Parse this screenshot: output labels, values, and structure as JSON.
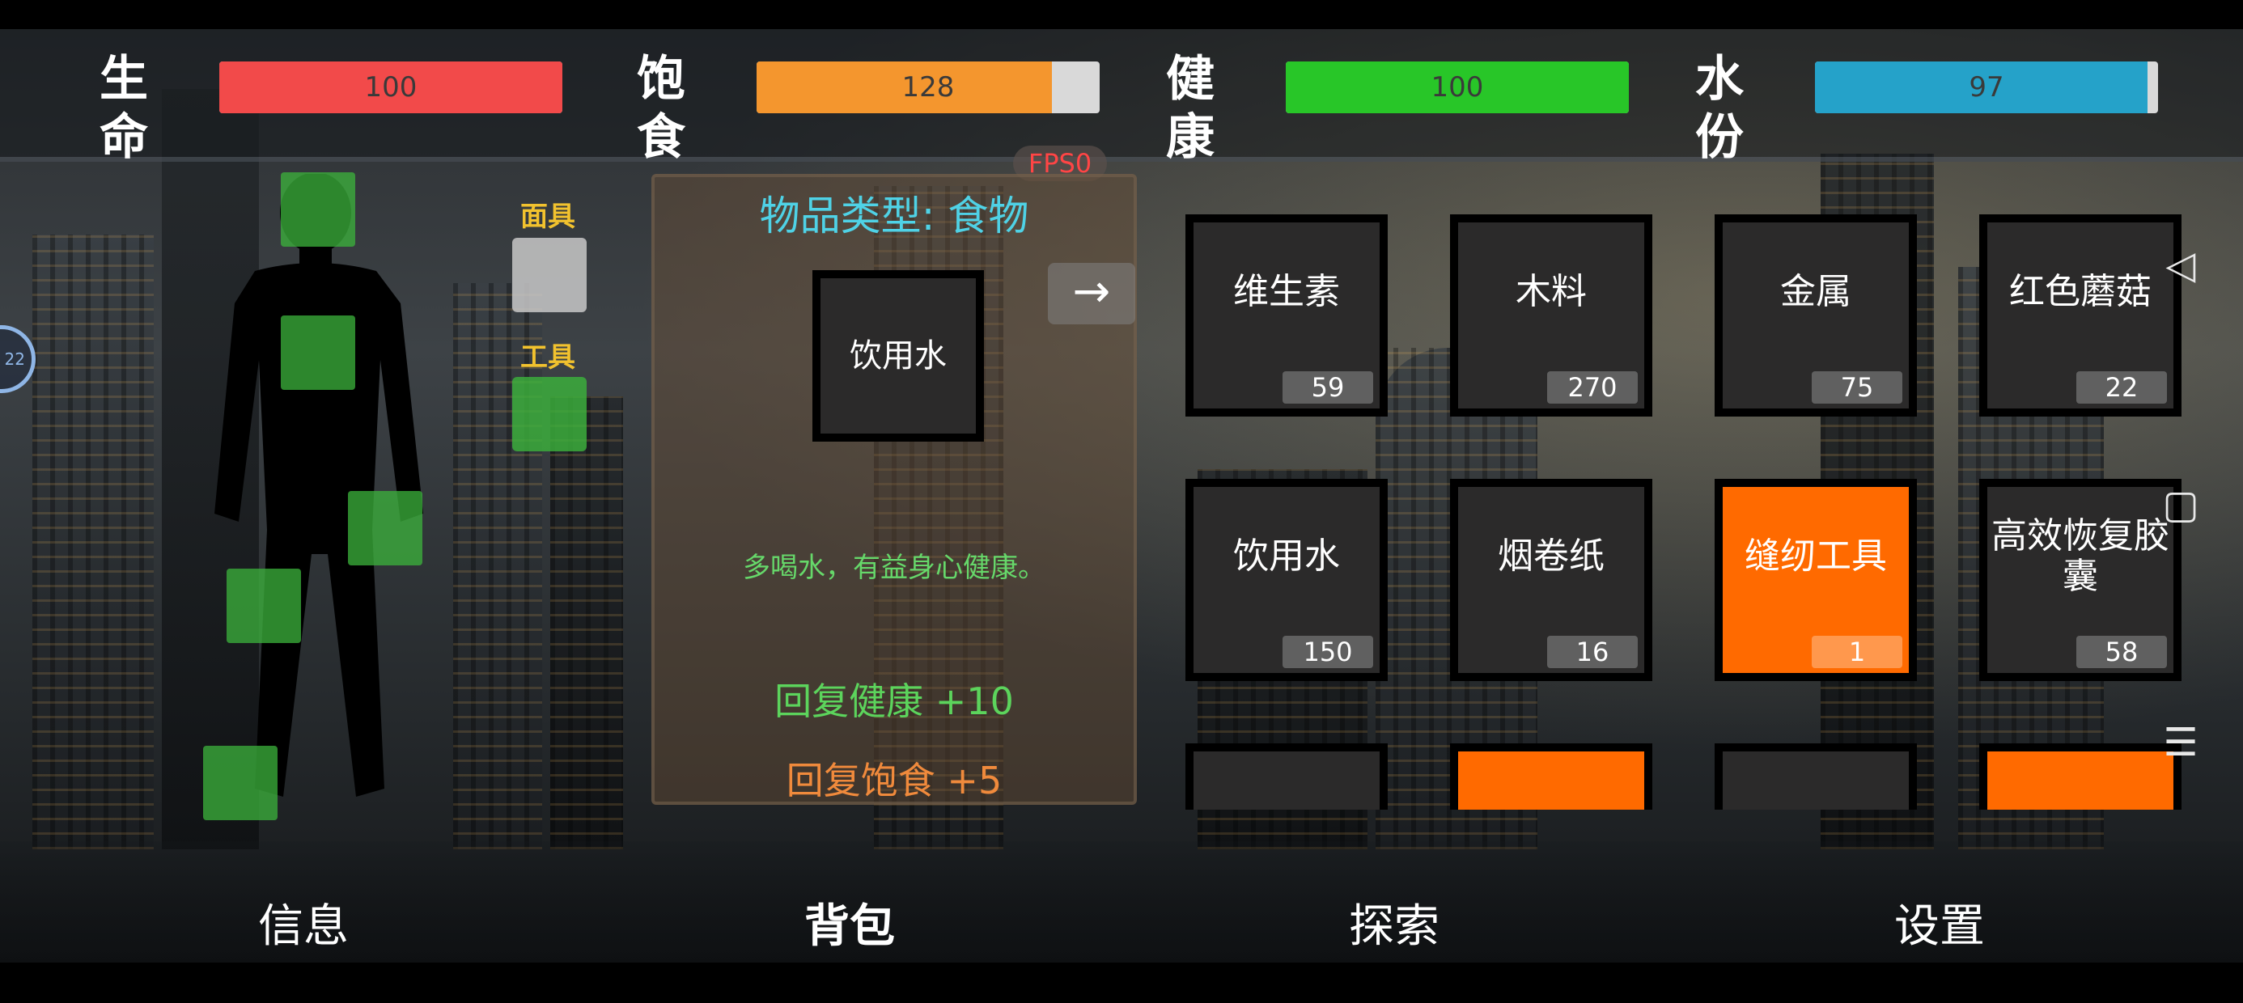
{
  "stats": [
    {
      "label": "生命",
      "value": "100",
      "color": "#f24a4a",
      "fill": 1.0
    },
    {
      "label": "饱食",
      "value": "128",
      "color": "#f4962e",
      "fill": 0.86
    },
    {
      "label": "健康",
      "value": "100",
      "color": "#28c628",
      "fill": 1.0
    },
    {
      "label": "水份",
      "value": "97",
      "color": "#25a2c9",
      "fill": 0.97
    }
  ],
  "fps": "FPS0",
  "equipment": {
    "mask_label": "面具",
    "tool_label": "工具"
  },
  "side_widget": "22",
  "detail": {
    "type_label": "物品类型: 食物",
    "item_name": "饮用水",
    "description": "多喝水，有益身心健康。",
    "effect_health": "回复健康 +10",
    "effect_satiety": "回复饱食 +5",
    "arrow": "→"
  },
  "inventory": [
    {
      "name": "维生素",
      "count": "59"
    },
    {
      "name": "木料",
      "count": "270"
    },
    {
      "name": "金属",
      "count": "75"
    },
    {
      "name": "红色蘑菇",
      "count": "22"
    },
    {
      "name": "饮用水",
      "count": "150"
    },
    {
      "name": "烟卷纸",
      "count": "16"
    },
    {
      "name": "缝纫工具",
      "count": "1",
      "selected": true
    },
    {
      "name": "高效恢复胶囊",
      "count": "58"
    },
    {
      "name": "",
      "count": ""
    },
    {
      "name": "",
      "count": "",
      "selected": true
    },
    {
      "name": "",
      "count": ""
    },
    {
      "name": "",
      "count": "",
      "selected": true
    }
  ],
  "system_nav": {
    "back": "◁",
    "home": "▢",
    "menu": "☰"
  },
  "tabs": [
    {
      "label": "信息"
    },
    {
      "label": "背包",
      "active": true
    },
    {
      "label": "探索"
    },
    {
      "label": "设置"
    }
  ]
}
